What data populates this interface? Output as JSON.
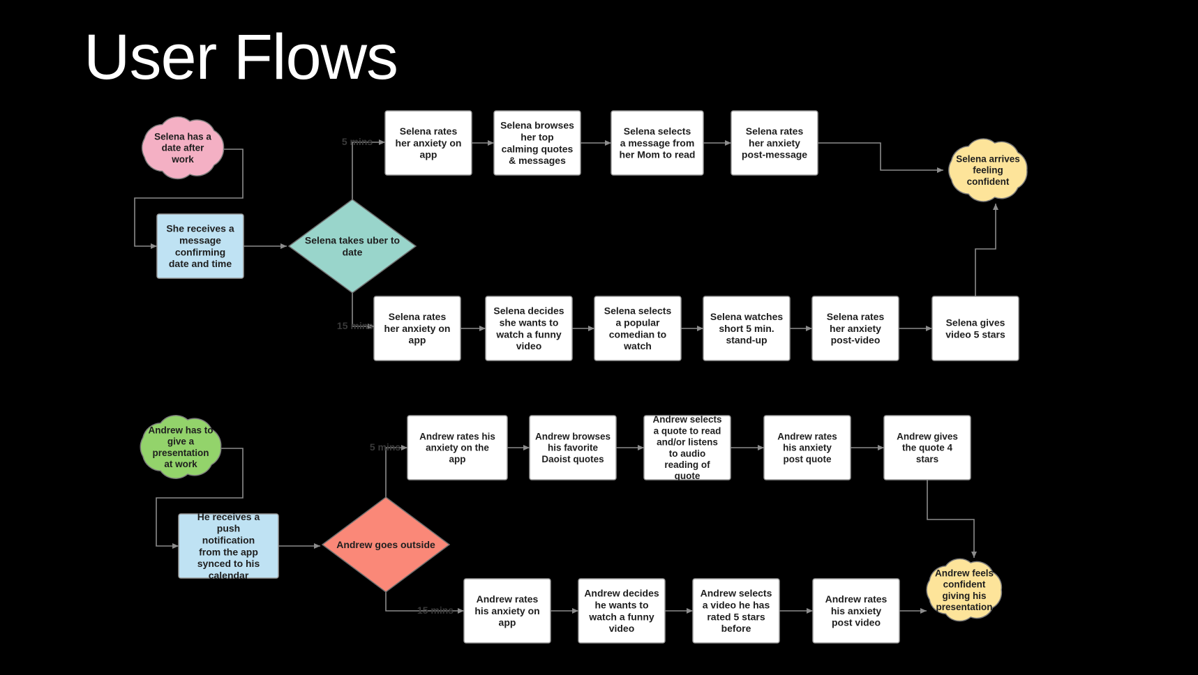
{
  "slide": {
    "title": "User Flows"
  },
  "colors": {
    "background": "#000000",
    "box_white": "#ffffff",
    "box_blue": "#bfe2f3",
    "cloud_pink": "#f4b0c4",
    "cloud_green": "#93d36b",
    "cloud_yellow": "#fde49a",
    "diamond_teal": "#99d5cb",
    "diamond_red": "#fa8878",
    "connector": "#8c8c8c",
    "node_text": "#1e1e1e",
    "branch_label": "#3a3a3a"
  },
  "flow_selena": {
    "start": "Selena has a date after work",
    "message": "She receives a message confirming date and time",
    "decision": "Selena takes uber to date",
    "branch_5": "5 mins",
    "branch_15": "15 mins",
    "steps_5min": [
      "Selena rates her anxiety on app",
      "Selena browses her top calming quotes & messages",
      "Selena selects a message from her Mom to read",
      "Selena rates her anxiety post-message"
    ],
    "steps_15min": [
      "Selena rates her anxiety on app",
      "Selena decides she wants to watch a funny video",
      "Selena selects a popular comedian to watch",
      "Selena watches short 5 min. stand-up",
      "Selena rates her anxiety post-video",
      "Selena gives video 5 stars"
    ],
    "end": "Selena arrives feeling confident"
  },
  "flow_andrew": {
    "start": "Andrew has to give a presentation at work",
    "message": "He receives a push notification from the app synced to his calendar",
    "decision": "Andrew goes outside",
    "branch_5": "5 mins",
    "branch_15": "15 mins",
    "steps_5min": [
      "Andrew rates his anxiety on the app",
      "Andrew browses his favorite Daoist quotes",
      "Andrew selects a quote to read and/or listens to audio reading of quote",
      "Andrew rates his anxiety post quote",
      "Andrew gives the quote 4 stars"
    ],
    "steps_15min": [
      "Andrew rates his anxiety on app",
      "Andrew decides he wants to watch a funny video",
      "Andrew selects a video he has rated 5 stars before",
      "Andrew rates his anxiety post video"
    ],
    "end": "Andrew feels confident giving his presentation"
  }
}
